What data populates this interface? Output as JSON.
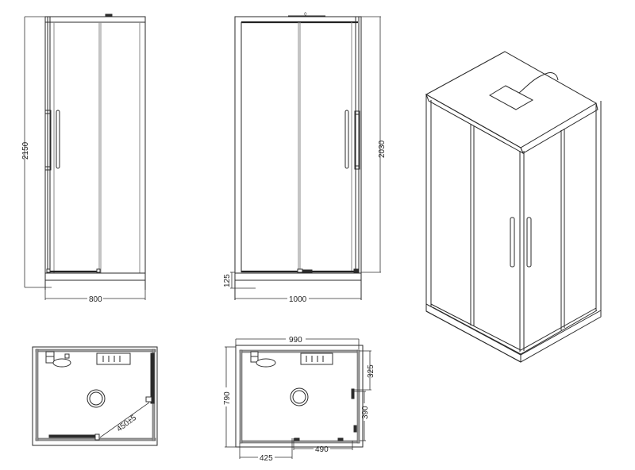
{
  "diagram": {
    "subject": "Corner sliding-door shower enclosure with tray",
    "views": {
      "side_elevation": {
        "height_label": "2150",
        "width_label": "800"
      },
      "front_elevation": {
        "height_label": "2030",
        "width_label": "1000",
        "tray_height_label": "125"
      },
      "isometric_view": {
        "description": "3D view of enclosure with roof panel, cable, two sliding doors with handles"
      },
      "plan_small": {
        "diagonal_label": "450±5"
      },
      "plan_large": {
        "width_label": "990",
        "depth_label": "790",
        "side_upper_label": "325",
        "side_lower_label": "390",
        "bottom_left_label": "425",
        "bottom_right_label": "490"
      }
    },
    "colors": {
      "line": "#2a2a2a",
      "background": "#ffffff",
      "fill_gray": "#9a9a9a"
    }
  }
}
